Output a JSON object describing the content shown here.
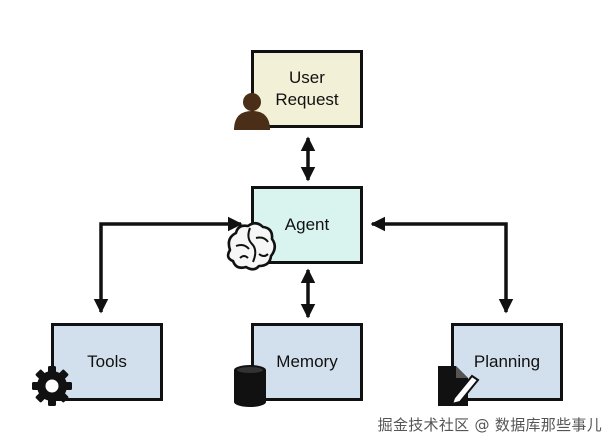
{
  "nodes": {
    "user_request": {
      "line1": "User",
      "line2": "Request",
      "fill": "#f3f0d8"
    },
    "agent": {
      "label": "Agent",
      "fill": "#d9f3ee"
    },
    "tools": {
      "label": "Tools",
      "fill": "#d2dfec"
    },
    "memory": {
      "label": "Memory",
      "fill": "#d2dfec"
    },
    "planning": {
      "label": "Planning",
      "fill": "#d2dfec"
    }
  },
  "icons": {
    "user_request": "user-silhouette-icon",
    "agent": "brain-icon",
    "tools": "gear-icon",
    "memory": "database-icon",
    "planning": "document-pen-icon"
  },
  "watermark": "掘金技术社区 @ 数据库那些事儿"
}
